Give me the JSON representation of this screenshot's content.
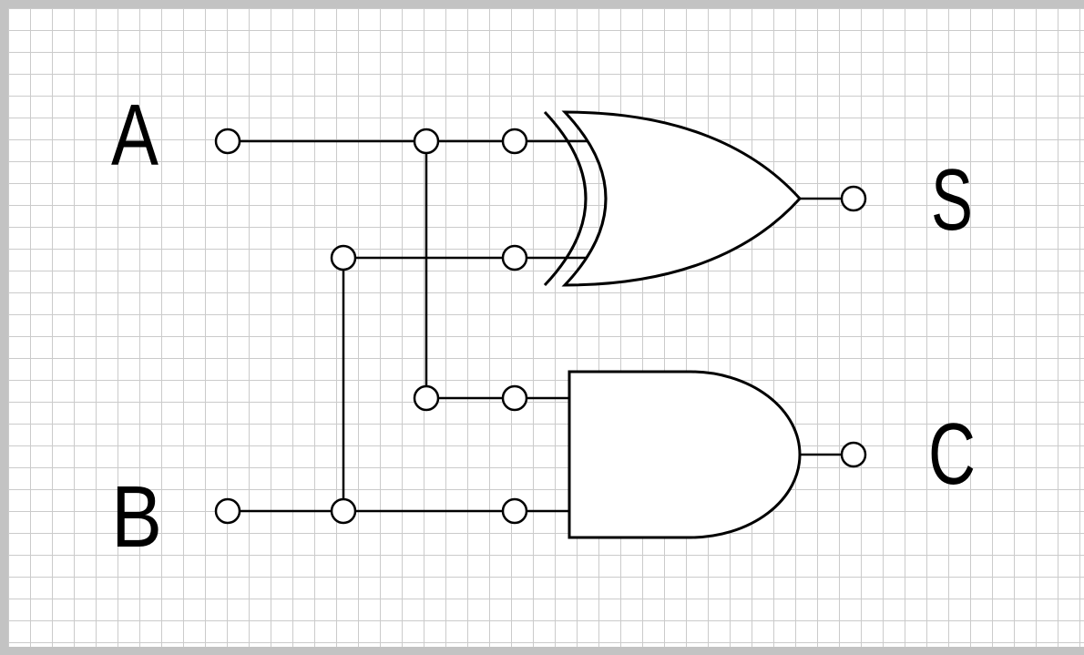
{
  "canvas": {
    "background_color": "#ffffff",
    "grid_color": "#cbcbcb",
    "edge_color": "#c3c3c3",
    "wire_color": "#000000",
    "gate_fill_color": "#ffffff"
  },
  "circuit": {
    "inputs": [
      {
        "id": "A",
        "label": "A"
      },
      {
        "id": "B",
        "label": "B"
      }
    ],
    "outputs": [
      {
        "id": "S",
        "label": "S"
      },
      {
        "id": "C",
        "label": "C"
      }
    ],
    "gates": [
      {
        "type": "XOR",
        "inputs": [
          "A",
          "B"
        ],
        "output": "S"
      },
      {
        "type": "AND",
        "inputs": [
          "A",
          "B"
        ],
        "output": "C"
      }
    ],
    "junction_count": 8
  }
}
